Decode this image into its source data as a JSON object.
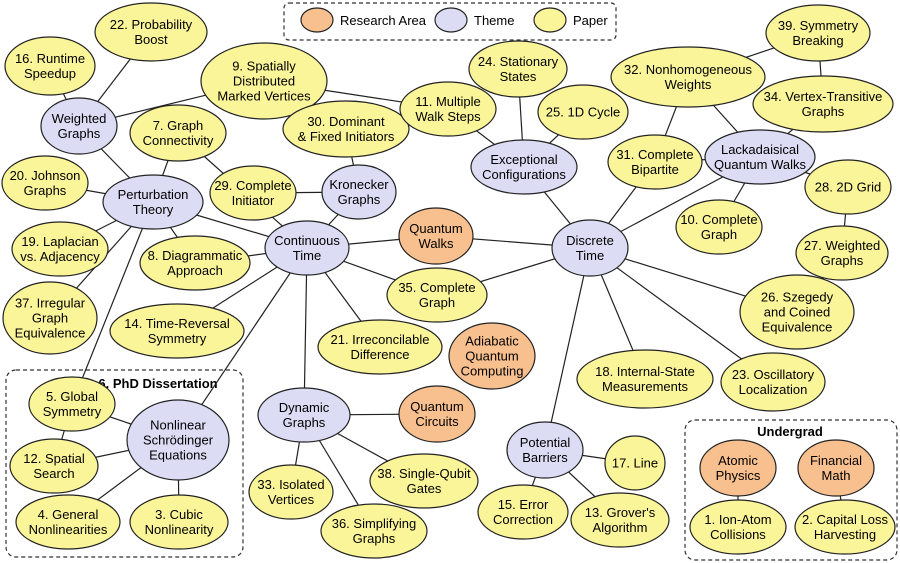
{
  "colors": {
    "research_area": "#F9C08F",
    "theme": "#DCDCF5",
    "paper": "#FBF59A",
    "stroke": "#222222",
    "edge": "#222222"
  },
  "legend": [
    {
      "key": "research_area",
      "label": "Research Area"
    },
    {
      "key": "theme",
      "label": "Theme"
    },
    {
      "key": "paper",
      "label": "Paper"
    }
  ],
  "groups": [
    {
      "id": "phd",
      "title": "6. PhD Dissertation"
    },
    {
      "id": "undergrad",
      "title": "Undergrad"
    }
  ],
  "nodes": [
    {
      "id": "qw",
      "type": "research_area",
      "lines": [
        "Quantum",
        "Walks"
      ]
    },
    {
      "id": "aqc",
      "type": "research_area",
      "lines": [
        "Adiabatic",
        "Quantum",
        "Computing"
      ]
    },
    {
      "id": "qc",
      "type": "research_area",
      "lines": [
        "Quantum",
        "Circuits"
      ]
    },
    {
      "id": "ap",
      "type": "research_area",
      "lines": [
        "Atomic",
        "Physics"
      ]
    },
    {
      "id": "fm",
      "type": "research_area",
      "lines": [
        "Financial",
        "Math"
      ]
    },
    {
      "id": "wg",
      "type": "theme",
      "lines": [
        "Weighted",
        "Graphs"
      ]
    },
    {
      "id": "pt",
      "type": "theme",
      "lines": [
        "Perturbation",
        "Theory"
      ]
    },
    {
      "id": "ct",
      "type": "theme",
      "lines": [
        "Continuous",
        "Time"
      ]
    },
    {
      "id": "kg",
      "type": "theme",
      "lines": [
        "Kronecker",
        "Graphs"
      ]
    },
    {
      "id": "ec",
      "type": "theme",
      "lines": [
        "Exceptional",
        "Configurations"
      ]
    },
    {
      "id": "lqw",
      "type": "theme",
      "lines": [
        "Lackadaisical",
        "Quantum Walks"
      ]
    },
    {
      "id": "dt",
      "type": "theme",
      "lines": [
        "Discrete",
        "Time"
      ]
    },
    {
      "id": "nse",
      "type": "theme",
      "lines": [
        "Nonlinear",
        "Schrödinger",
        "Equations"
      ]
    },
    {
      "id": "dg",
      "type": "theme",
      "lines": [
        "Dynamic",
        "Graphs"
      ]
    },
    {
      "id": "pb",
      "type": "theme",
      "lines": [
        "Potential",
        "Barriers"
      ]
    },
    {
      "id": "p22",
      "type": "paper",
      "lines": [
        "22. Probability",
        "Boost"
      ]
    },
    {
      "id": "p16",
      "type": "paper",
      "lines": [
        "16. Runtime",
        "Speedup"
      ]
    },
    {
      "id": "p9",
      "type": "paper",
      "lines": [
        "9. Spatially",
        "Distributed",
        "Marked Vertices"
      ]
    },
    {
      "id": "p7",
      "type": "paper",
      "lines": [
        "7. Graph",
        "Connectivity"
      ]
    },
    {
      "id": "p30",
      "type": "paper",
      "lines": [
        "30. Dominant",
        "& Fixed Initiators"
      ]
    },
    {
      "id": "p11",
      "type": "paper",
      "lines": [
        "11. Multiple",
        "Walk Steps"
      ]
    },
    {
      "id": "p24",
      "type": "paper",
      "lines": [
        "24. Stationary",
        "States"
      ]
    },
    {
      "id": "p25",
      "type": "paper",
      "lines": [
        "25. 1D Cycle"
      ]
    },
    {
      "id": "p32",
      "type": "paper",
      "lines": [
        "32. Nonhomogeneous",
        "Weights"
      ]
    },
    {
      "id": "p39",
      "type": "paper",
      "lines": [
        "39. Symmetry",
        "Breaking"
      ]
    },
    {
      "id": "p34",
      "type": "paper",
      "lines": [
        "34. Vertex-Transitive",
        "Graphs"
      ]
    },
    {
      "id": "p20",
      "type": "paper",
      "lines": [
        "20. Johnson",
        "Graphs"
      ]
    },
    {
      "id": "p29",
      "type": "paper",
      "lines": [
        "29. Complete",
        "Initiator"
      ]
    },
    {
      "id": "p31",
      "type": "paper",
      "lines": [
        "31. Complete",
        "Bipartite"
      ]
    },
    {
      "id": "p28",
      "type": "paper",
      "lines": [
        "28. 2D Grid"
      ]
    },
    {
      "id": "p19",
      "type": "paper",
      "lines": [
        "19. Laplacian",
        "vs. Adjacency"
      ]
    },
    {
      "id": "p8",
      "type": "paper",
      "lines": [
        "8. Diagrammatic",
        "Approach"
      ]
    },
    {
      "id": "p10",
      "type": "paper",
      "lines": [
        "10. Complete",
        "Graph"
      ]
    },
    {
      "id": "p27",
      "type": "paper",
      "lines": [
        "27. Weighted",
        "Graphs"
      ]
    },
    {
      "id": "p35",
      "type": "paper",
      "lines": [
        "35. Complete",
        "Graph"
      ]
    },
    {
      "id": "p37",
      "type": "paper",
      "lines": [
        "37. Irregular",
        "Graph",
        "Equivalence"
      ]
    },
    {
      "id": "p14",
      "type": "paper",
      "lines": [
        "14. Time-Reversal",
        "Symmetry"
      ]
    },
    {
      "id": "p26",
      "type": "paper",
      "lines": [
        "26. Szegedy",
        "and Coined",
        "Equivalence"
      ]
    },
    {
      "id": "p21",
      "type": "paper",
      "lines": [
        "21. Irreconcilable",
        "Difference"
      ]
    },
    {
      "id": "p18",
      "type": "paper",
      "lines": [
        "18. Internal-State",
        "Measurements"
      ]
    },
    {
      "id": "p23",
      "type": "paper",
      "lines": [
        "23. Oscillatory",
        "Localization"
      ]
    },
    {
      "id": "p5",
      "type": "paper",
      "lines": [
        "5. Global",
        "Symmetry"
      ]
    },
    {
      "id": "p12",
      "type": "paper",
      "lines": [
        "12. Spatial",
        "Search"
      ]
    },
    {
      "id": "p4",
      "type": "paper",
      "lines": [
        "4. General",
        "Nonlinearities"
      ]
    },
    {
      "id": "p3",
      "type": "paper",
      "lines": [
        "3. Cubic",
        "Nonlinearity"
      ]
    },
    {
      "id": "p33",
      "type": "paper",
      "lines": [
        "33. Isolated",
        "Vertices"
      ]
    },
    {
      "id": "p38",
      "type": "paper",
      "lines": [
        "38. Single-Qubit",
        "Gates"
      ]
    },
    {
      "id": "p36",
      "type": "paper",
      "lines": [
        "36. Simplifying",
        "Graphs"
      ]
    },
    {
      "id": "p17",
      "type": "paper",
      "lines": [
        "17. Line"
      ]
    },
    {
      "id": "p15",
      "type": "paper",
      "lines": [
        "15. Error",
        "Correction"
      ]
    },
    {
      "id": "p13",
      "type": "paper",
      "lines": [
        "13. Grover's",
        "Algorithm"
      ]
    },
    {
      "id": "p1",
      "type": "paper",
      "lines": [
        "1. Ion-Atom",
        "Collisions"
      ]
    },
    {
      "id": "p2",
      "type": "paper",
      "lines": [
        "2. Capital Loss",
        "Harvesting"
      ]
    }
  ],
  "edges": [
    [
      "qw",
      "ct"
    ],
    [
      "qw",
      "dt"
    ],
    [
      "ct",
      "pt"
    ],
    [
      "ct",
      "kg"
    ],
    [
      "ct",
      "p35"
    ],
    [
      "ct",
      "p8"
    ],
    [
      "ct",
      "p14"
    ],
    [
      "ct",
      "p21"
    ],
    [
      "ct",
      "dg"
    ],
    [
      "ct",
      "nse"
    ],
    [
      "ct",
      "p7"
    ],
    [
      "dt",
      "ec"
    ],
    [
      "dt",
      "lqw"
    ],
    [
      "dt",
      "p35"
    ],
    [
      "dt",
      "p26"
    ],
    [
      "dt",
      "p18"
    ],
    [
      "dt",
      "p23"
    ],
    [
      "dt",
      "pb"
    ],
    [
      "dt",
      "p31"
    ],
    [
      "pt",
      "wg"
    ],
    [
      "pt",
      "p20"
    ],
    [
      "pt",
      "p19"
    ],
    [
      "pt",
      "p8"
    ],
    [
      "pt",
      "p37"
    ],
    [
      "pt",
      "p5"
    ],
    [
      "pt",
      "p7"
    ],
    [
      "wg",
      "p22"
    ],
    [
      "wg",
      "p16"
    ],
    [
      "wg",
      "p9"
    ],
    [
      "kg",
      "p29"
    ],
    [
      "kg",
      "p30"
    ],
    [
      "ec",
      "p11"
    ],
    [
      "ec",
      "p24"
    ],
    [
      "ec",
      "p25"
    ],
    [
      "p9",
      "p11"
    ],
    [
      "lqw",
      "p32"
    ],
    [
      "lqw",
      "p34"
    ],
    [
      "lqw",
      "p31"
    ],
    [
      "lqw",
      "p28"
    ],
    [
      "lqw",
      "p10"
    ],
    [
      "p32",
      "p39"
    ],
    [
      "p39",
      "p34"
    ],
    [
      "p32",
      "p31"
    ],
    [
      "p28",
      "p27"
    ],
    [
      "p27",
      "p26"
    ],
    [
      "nse",
      "p5"
    ],
    [
      "nse",
      "p12"
    ],
    [
      "nse",
      "p4"
    ],
    [
      "nse",
      "p3"
    ],
    [
      "p5",
      "p12"
    ],
    [
      "dg",
      "qc"
    ],
    [
      "dg",
      "p33"
    ],
    [
      "dg",
      "p38"
    ],
    [
      "dg",
      "p36"
    ],
    [
      "pb",
      "p17"
    ],
    [
      "pb",
      "p15"
    ],
    [
      "pb",
      "p13"
    ],
    [
      "ap",
      "p1"
    ],
    [
      "fm",
      "p2"
    ]
  ]
}
